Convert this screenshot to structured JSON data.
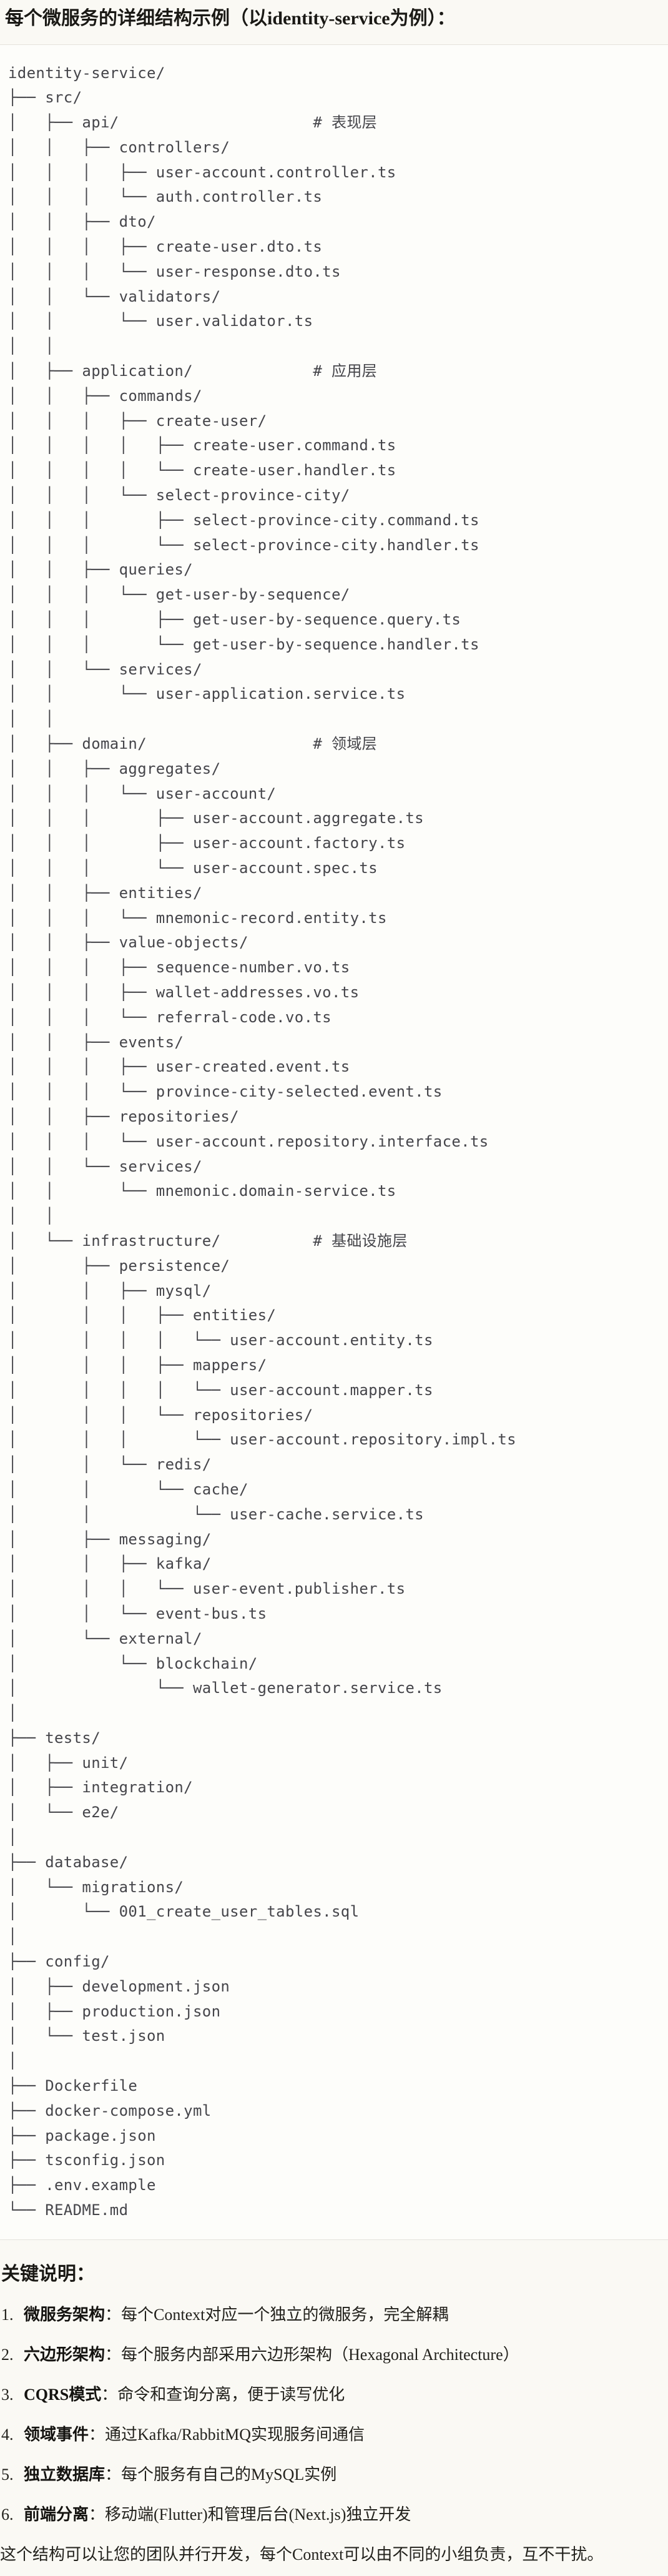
{
  "colors": {
    "page_bg": "#faf9f4",
    "code_bg": "#fdfdfa",
    "code_border": "#e5e3dc",
    "code_text": "#45454a",
    "heading_text": "#1a1915",
    "body_text": "#22211c"
  },
  "title": "每个微服务的详细结构示例（以identity-service为例）：",
  "code_block": {
    "lines": [
      "identity-service/",
      "├── src/",
      "│   ├── api/                     # 表现层",
      "│   │   ├── controllers/",
      "│   │   │   ├── user-account.controller.ts",
      "│   │   │   └── auth.controller.ts",
      "│   │   ├── dto/",
      "│   │   │   ├── create-user.dto.ts",
      "│   │   │   └── user-response.dto.ts",
      "│   │   └── validators/",
      "│   │       └── user.validator.ts",
      "│   │",
      "│   ├── application/             # 应用层",
      "│   │   ├── commands/",
      "│   │   │   ├── create-user/",
      "│   │   │   │   ├── create-user.command.ts",
      "│   │   │   │   └── create-user.handler.ts",
      "│   │   │   └── select-province-city/",
      "│   │   │       ├── select-province-city.command.ts",
      "│   │   │       └── select-province-city.handler.ts",
      "│   │   ├── queries/",
      "│   │   │   └── get-user-by-sequence/",
      "│   │   │       ├── get-user-by-sequence.query.ts",
      "│   │   │       └── get-user-by-sequence.handler.ts",
      "│   │   └── services/",
      "│   │       └── user-application.service.ts",
      "│   │",
      "│   ├── domain/                  # 领域层",
      "│   │   ├── aggregates/",
      "│   │   │   └── user-account/",
      "│   │   │       ├── user-account.aggregate.ts",
      "│   │   │       ├── user-account.factory.ts",
      "│   │   │       └── user-account.spec.ts",
      "│   │   ├── entities/",
      "│   │   │   └── mnemonic-record.entity.ts",
      "│   │   ├── value-objects/",
      "│   │   │   ├── sequence-number.vo.ts",
      "│   │   │   ├── wallet-addresses.vo.ts",
      "│   │   │   └── referral-code.vo.ts",
      "│   │   ├── events/",
      "│   │   │   ├── user-created.event.ts",
      "│   │   │   └── province-city-selected.event.ts",
      "│   │   ├── repositories/",
      "│   │   │   └── user-account.repository.interface.ts",
      "│   │   └── services/",
      "│   │       └── mnemonic.domain-service.ts",
      "│   │",
      "│   └── infrastructure/          # 基础设施层",
      "│       ├── persistence/",
      "│       │   ├── mysql/",
      "│       │   │   ├── entities/",
      "│       │   │   │   └── user-account.entity.ts",
      "│       │   │   ├── mappers/",
      "│       │   │   │   └── user-account.mapper.ts",
      "│       │   │   └── repositories/",
      "│       │   │       └── user-account.repository.impl.ts",
      "│       │   └── redis/",
      "│       │       └── cache/",
      "│       │           └── user-cache.service.ts",
      "│       ├── messaging/",
      "│       │   ├── kafka/",
      "│       │   │   └── user-event.publisher.ts",
      "│       │   └── event-bus.ts",
      "│       └── external/",
      "│           └── blockchain/",
      "│               └── wallet-generator.service.ts",
      "│",
      "├── tests/",
      "│   ├── unit/",
      "│   ├── integration/",
      "│   └── e2e/",
      "│",
      "├── database/",
      "│   └── migrations/",
      "│       └── 001_create_user_tables.sql",
      "│",
      "├── config/",
      "│   ├── development.json",
      "│   ├── production.json",
      "│   └── test.json",
      "│",
      "├── Dockerfile",
      "├── docker-compose.yml",
      "├── package.json",
      "├── tsconfig.json",
      "├── .env.example",
      "└── README.md"
    ]
  },
  "notes": {
    "heading": "关键说明：",
    "items": [
      {
        "num": "1.",
        "label": "微服务架构",
        "text": "：每个Context对应一个独立的微服务，完全解耦"
      },
      {
        "num": "2.",
        "label": "六边形架构",
        "text": "：每个服务内部采用六边形架构（Hexagonal Architecture）"
      },
      {
        "num": "3.",
        "label": "CQRS模式",
        "text": "：命令和查询分离，便于读写优化"
      },
      {
        "num": "4.",
        "label": "领域事件",
        "text": "：通过Kafka/RabbitMQ实现服务间通信"
      },
      {
        "num": "5.",
        "label": "独立数据库",
        "text": "：每个服务有自己的MySQL实例"
      },
      {
        "num": "6.",
        "label": "前端分离",
        "text": "：移动端(Flutter)和管理后台(Next.js)独立开发"
      }
    ],
    "closing": "这个结构可以让您的团队并行开发，每个Context可以由不同的小组负责，互不干扰。"
  }
}
